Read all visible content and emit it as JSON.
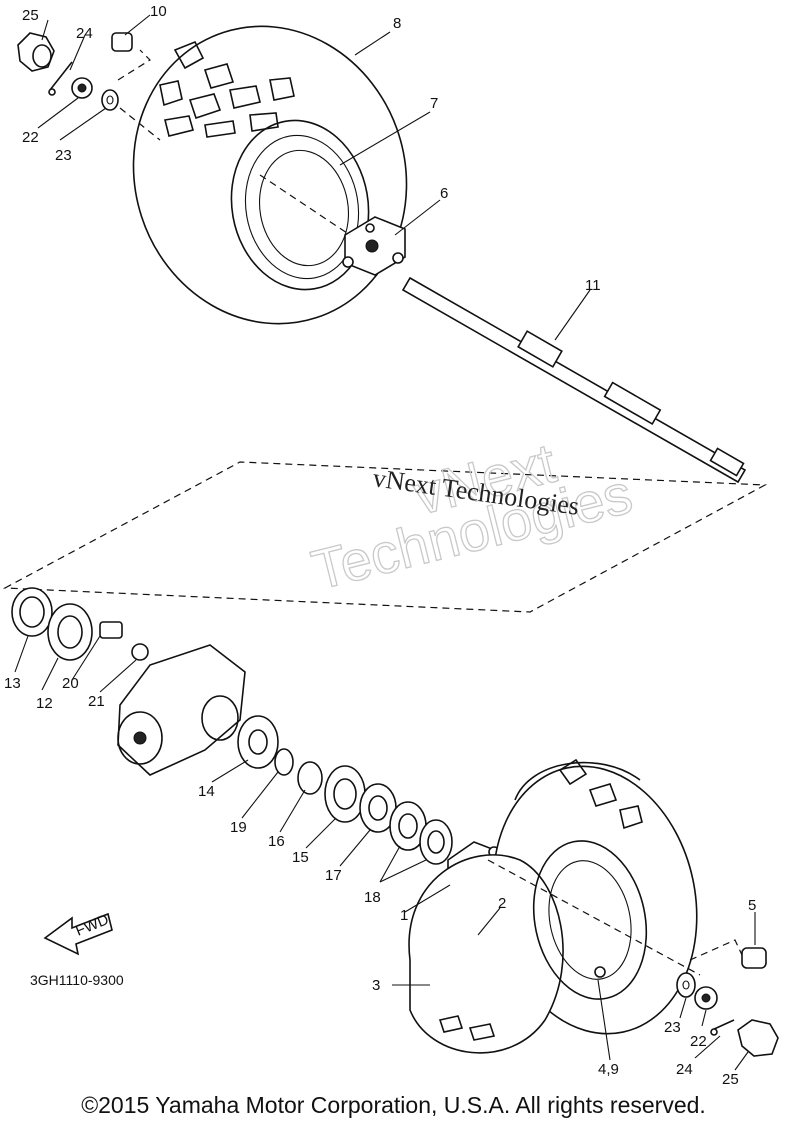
{
  "callouts": {
    "c1": "1",
    "c2": "2",
    "c3": "3",
    "c49": "4,9",
    "c5": "5",
    "c6": "6",
    "c7": "7",
    "c8": "8",
    "c10": "10",
    "c11": "11",
    "c12": "12",
    "c13": "13",
    "c14": "14",
    "c15": "15",
    "c16": "16",
    "c17": "17",
    "c18": "18",
    "c19": "19",
    "c20": "20",
    "c21": "21",
    "c22a": "22",
    "c22b": "22",
    "c23a": "23",
    "c23b": "23",
    "c24a": "24",
    "c24b": "24",
    "c25a": "25",
    "c25b": "25"
  },
  "fwd_label": "FWD",
  "diagram_code": "3GH1110-9300",
  "watermark": {
    "line1": "vNext",
    "line2": "Technologies",
    "caption": "vNext Technologies"
  },
  "copyright": "©2015 Yamaha Motor Corporation, U.S.A. All rights reserved."
}
